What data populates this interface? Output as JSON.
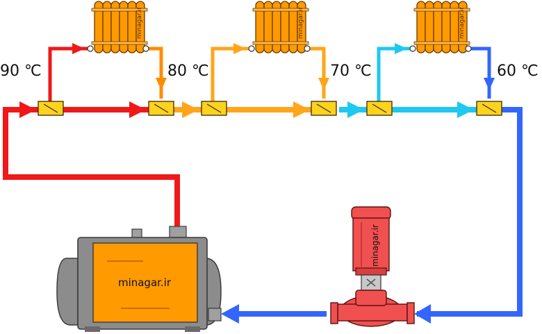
{
  "temperatures": [
    "90 ℃",
    "80 ℃",
    "70 ℃",
    "60 ℃"
  ],
  "boiler": {
    "label": "minagar.ir"
  },
  "pump": {
    "label": "minagar.ir"
  },
  "radiators": [
    {
      "label": "minagar.ir"
    },
    {
      "label": "minagar.ir"
    },
    {
      "label": "minagar.ir"
    }
  ],
  "colors": {
    "supply_hot": "#f01818",
    "mid_warm": "#ff8c00",
    "warm": "#ffa51a",
    "cool": "#1ec8f0",
    "return": "#3366ff",
    "radiator": "#ff9a00",
    "valve": "#ffd21e",
    "boiler_body": "#8c8c8c",
    "boiler_panel": "#ff9a00",
    "pump": "#f05050"
  },
  "icons": [
    "radiator-icon",
    "valve-icon",
    "boiler-icon",
    "pump-icon",
    "flow-arrow-icon"
  ]
}
